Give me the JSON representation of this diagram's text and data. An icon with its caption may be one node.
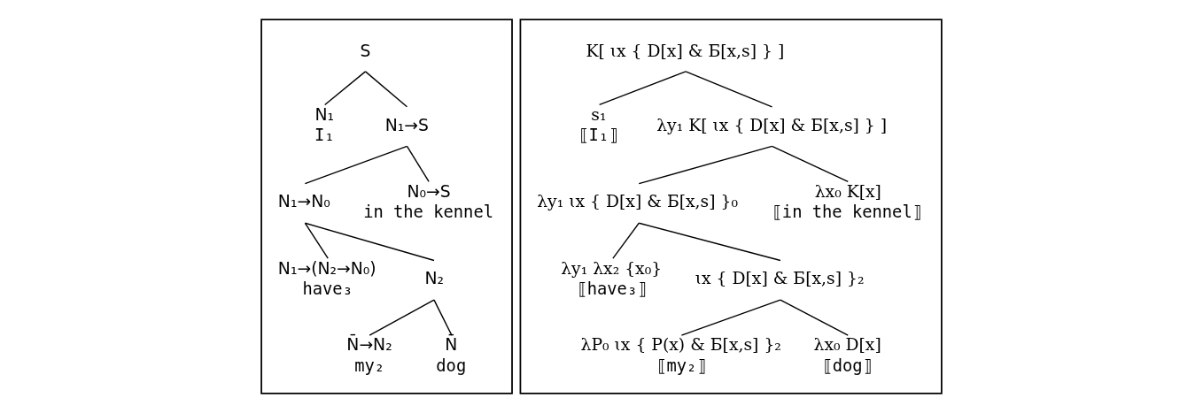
{
  "diagram": {
    "nodes": [
      {
        "text": [],
        "shape": "box"
      },
      {
        "text": [],
        "shape": "box"
      },
      {
        "text": [
          "S"
        ],
        "in": 0
      },
      {
        "text": [
          "N₁",
          "I₁"
        ],
        "in": 0
      },
      {
        "text": [
          "N₁→S"
        ],
        "in": 0
      },
      {
        "text": [
          "N₁→N₀"
        ],
        "in": 0
      },
      {
        "text": [
          "N₀→S",
          "in the kennel"
        ],
        "in": 0
      },
      {
        "text": [
          "N₁→(N₂→N₀)",
          "have₃"
        ],
        "in": 0
      },
      {
        "text": [
          "N₂"
        ],
        "in": 0
      },
      {
        "text": [
          "N̄→N₂",
          "my₂"
        ],
        "in": 0
      },
      {
        "text": [
          "N̄",
          "dog"
        ],
        "in": 0
      },
      {
        "text": [
          "K[ ɩx { D[x] & Б[x,s] } ]"
        ],
        "in": 1
      },
      {
        "text": [
          "s₁",
          "⟦I₁⟧"
        ],
        "in": 1
      },
      {
        "text": [
          "λy₁ K[ ɩx { D[x] & Б[x,s] } ]"
        ],
        "in": 1
      },
      {
        "text": [
          "λy₁ ɩx { D[x] & Б[x,s] }₀"
        ],
        "in": 1
      },
      {
        "text": [
          "λx₀ K[x]",
          "⟦in the kennel⟧"
        ],
        "in": 1
      },
      {
        "text": [
          "λy₁ λx₂ {x₀}",
          "⟦have₃⟧"
        ],
        "in": 1
      },
      {
        "text": [
          "ɩx { D[x] & Б[x,s] }₂"
        ],
        "in": 1
      },
      {
        "text": [
          "λP₀ ɩx { P(x) & Б[x,s] }₂",
          "⟦my₂⟧"
        ],
        "in": 1
      },
      {
        "text": [
          "λx₀ D[x]",
          "⟦dog⟧"
        ],
        "in": 1
      }
    ],
    "edges": [
      {
        "from": 2,
        "to": 3,
        "arrow": "none"
      },
      {
        "from": 2,
        "to": 4,
        "arrow": "none"
      },
      {
        "from": 4,
        "to": 5,
        "arrow": "none"
      },
      {
        "from": 4,
        "to": 6,
        "arrow": "none"
      },
      {
        "from": 5,
        "to": 7,
        "arrow": "none"
      },
      {
        "from": 5,
        "to": 8,
        "arrow": "none"
      },
      {
        "from": 8,
        "to": 9,
        "arrow": "none"
      },
      {
        "from": 8,
        "to": 10,
        "arrow": "none"
      },
      {
        "from": 11,
        "to": 12,
        "arrow": "none"
      },
      {
        "from": 11,
        "to": 13,
        "arrow": "none"
      },
      {
        "from": 13,
        "to": 14,
        "arrow": "none"
      },
      {
        "from": 13,
        "to": 15,
        "arrow": "none"
      },
      {
        "from": 14,
        "to": 16,
        "arrow": "none"
      },
      {
        "from": 14,
        "to": 17,
        "arrow": "none"
      },
      {
        "from": 17,
        "to": 18,
        "arrow": "none"
      },
      {
        "from": 17,
        "to": 19,
        "arrow": "none"
      }
    ]
  }
}
